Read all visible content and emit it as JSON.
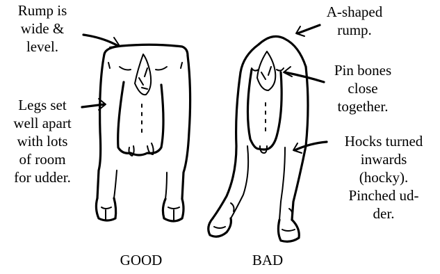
{
  "labels": {
    "good_rump": [
      "Rump is",
      "wide &",
      "level."
    ],
    "good_legs": [
      "Legs set",
      "well apart",
      "with lots",
      "of room",
      "for udder."
    ],
    "bad_rump": [
      "A-shaped",
      "rump."
    ],
    "bad_pins": [
      "Pin bones",
      "close",
      "together."
    ],
    "bad_hocks": [
      "Hocks turned",
      "inwards",
      "(hocky).",
      "Pinched ud-",
      "der."
    ]
  },
  "captions": {
    "good": "GOOD",
    "bad": "BAD"
  }
}
